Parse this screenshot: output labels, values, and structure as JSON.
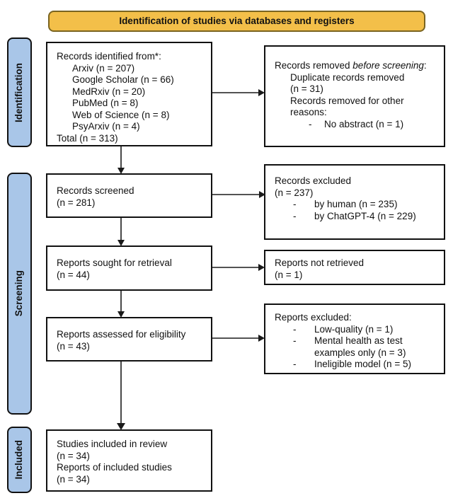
{
  "colors": {
    "banner_bg": "#F3BF49",
    "banner_border": "#7a6420",
    "stage_bg": "#A9C6E8",
    "box_border": "#111111",
    "arrow": "#1a1a1a"
  },
  "banner": {
    "label": "Identification of studies via databases and registers"
  },
  "stages": [
    {
      "label": "Identification"
    },
    {
      "label": "Screening"
    },
    {
      "label": "Included"
    }
  ],
  "boxes": {
    "identified": {
      "title": "Records identified from*:",
      "sources": [
        "Arxiv (n = 207)",
        "Google Scholar (n = 66)",
        "MedRxiv (n = 20)",
        "PubMed (n = 8)",
        "Web of Science (n = 8)",
        "PsyArxiv (n = 4)"
      ],
      "total": "Total (n = 313)"
    },
    "removed": {
      "title_pre": "Records removed ",
      "title_em": "before screening",
      "title_post": ":",
      "duplicate": "Duplicate records removed\n(n = 31)",
      "other": "Records removed for other\nreasons:",
      "bullet": {
        "dash": "-",
        "text": "No abstract (n = 1)"
      }
    },
    "screened": {
      "text": "Records screened\n(n = 281)"
    },
    "excluded_records": {
      "text": "Records excluded\n(n = 237)",
      "bullets": [
        {
          "dash": "-",
          "text": "by human (n = 235)"
        },
        {
          "dash": "-",
          "text": "by ChatGPT-4 (n = 229)"
        }
      ]
    },
    "sought": {
      "text": "Reports sought for retrieval\n(n = 44)"
    },
    "not_retrieved": {
      "text": "Reports not retrieved\n(n = 1)"
    },
    "assessed": {
      "text": "Reports assessed for eligibility\n(n = 43)"
    },
    "excluded_reports": {
      "title": "Reports excluded:",
      "bullets": [
        {
          "dash": "-",
          "text": "Low-quality (n = 1)"
        },
        {
          "dash": "-",
          "text": "Mental health as test\nexamples only (n = 3)"
        },
        {
          "dash": "-",
          "text": "Ineligible model (n = 5)"
        }
      ]
    },
    "included": {
      "text": "Studies included in review\n(n = 34)\nReports of included studies\n(n = 34)"
    }
  }
}
